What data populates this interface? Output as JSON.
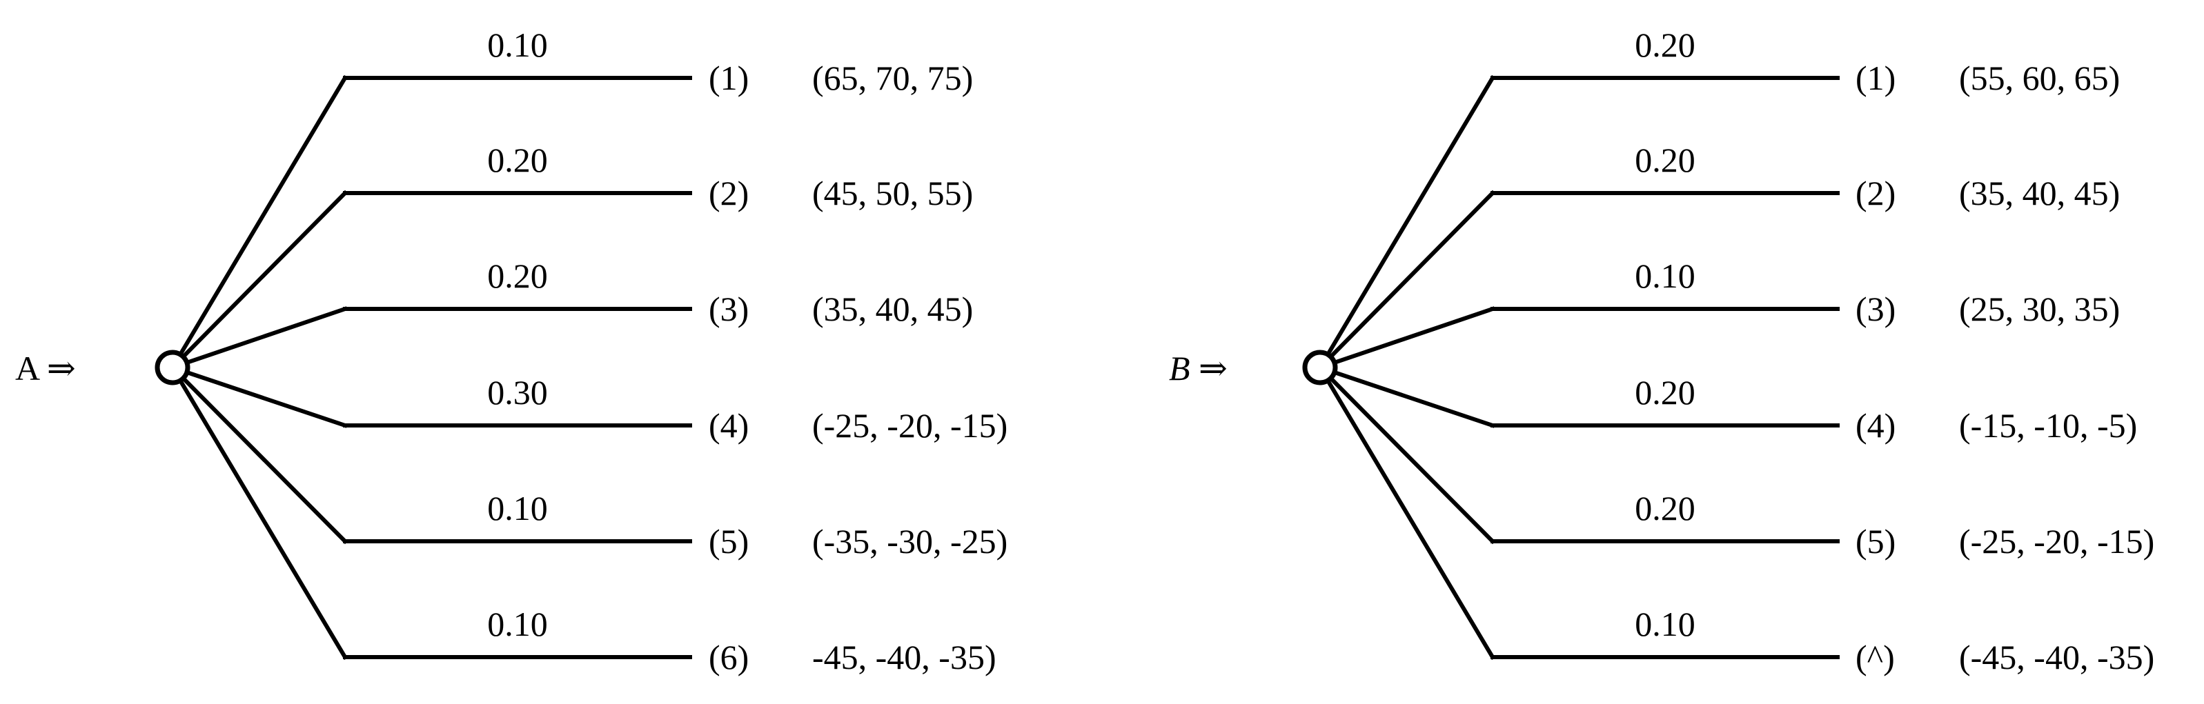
{
  "trees": [
    {
      "id": "a",
      "label": "A ⇒",
      "label_italic": false,
      "branches": [
        {
          "prob": "0.10",
          "index": "(1)",
          "payoff": "(65, 70, 75)"
        },
        {
          "prob": "0.20",
          "index": "(2)",
          "payoff": "(45, 50, 55)"
        },
        {
          "prob": "0.20",
          "index": "(3)",
          "payoff": "(35, 40, 45)"
        },
        {
          "prob": "0.30",
          "index": "(4)",
          "payoff": "(-25, -20, -15)"
        },
        {
          "prob": "0.10",
          "index": "(5)",
          "payoff": "(-35, -30, -25)"
        },
        {
          "prob": "0.10",
          "index": "(6)",
          "payoff": "-45, -40, -35)"
        }
      ]
    },
    {
      "id": "b",
      "label": "B ⇒",
      "label_italic": true,
      "branches": [
        {
          "prob": "0.20",
          "index": "(1)",
          "payoff": "(55, 60, 65)"
        },
        {
          "prob": "0.20",
          "index": "(2)",
          "payoff": "(35, 40, 45)"
        },
        {
          "prob": "0.10",
          "index": "(3)",
          "payoff": "(25, 30, 35)"
        },
        {
          "prob": "0.20",
          "index": "(4)",
          "payoff": "(-15, -10, -5)"
        },
        {
          "prob": "0.20",
          "index": "(5)",
          "payoff": "(-25, -20, -15)"
        },
        {
          "prob": "0.10",
          "index": "(^)",
          "payoff": "(-45, -40, -35)"
        }
      ]
    }
  ]
}
